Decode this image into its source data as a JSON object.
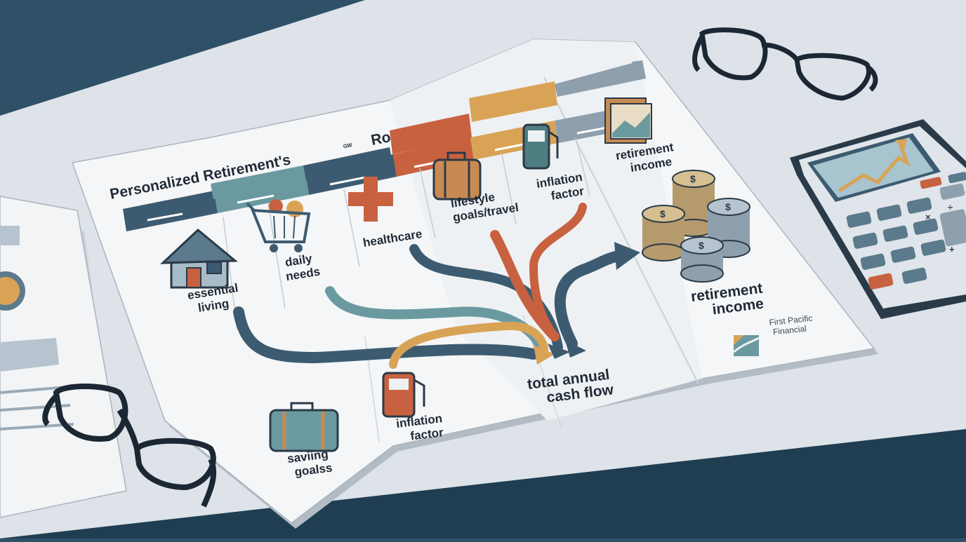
{
  "title": "Personalized Retirement's",
  "title_glyph": "ᴳᵂ",
  "title_end": "Roadmap",
  "categories": [
    {
      "id": "essential",
      "lines": [
        "essential",
        "living"
      ]
    },
    {
      "id": "daily",
      "lines": [
        "daily",
        "needs"
      ]
    },
    {
      "id": "healthcare",
      "lines": [
        "healthcare"
      ]
    },
    {
      "id": "lifestyle",
      "lines": [
        "lifestyle",
        "goals/travel"
      ]
    },
    {
      "id": "inflation_top",
      "lines": [
        "inflation",
        "factor"
      ]
    },
    {
      "id": "retirement_top",
      "lines": [
        "retirement",
        "income"
      ]
    }
  ],
  "savings": {
    "lines": [
      "saviing",
      "goalss"
    ]
  },
  "inflation_bottom": {
    "lines": [
      "inflation",
      "factor"
    ]
  },
  "total": {
    "lines": [
      "total annual",
      "cash flow"
    ]
  },
  "income": {
    "lines": [
      "retirement",
      "income"
    ]
  },
  "brand": {
    "lines": [
      "First Pacific",
      "Financial"
    ]
  },
  "coin_symbol": "$",
  "calc_keys": {
    "times": "×",
    "divide": "÷",
    "plus": "+"
  },
  "colors": {
    "navy": "#3d5b70",
    "teal": "#6a9aa0",
    "orange": "#d9a356",
    "rust": "#c8613f",
    "slate": "#8e9fae",
    "paper": "#f5f6f7",
    "desk": "#dde3e8"
  }
}
